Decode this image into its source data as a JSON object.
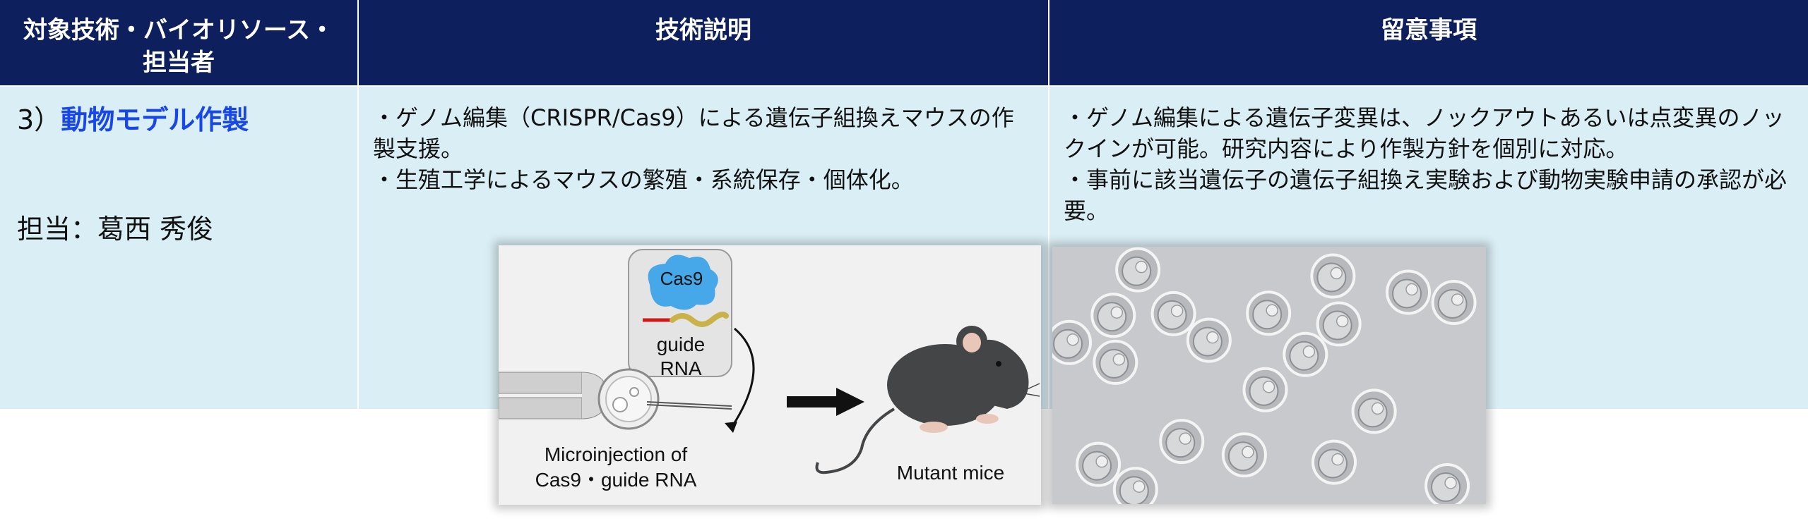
{
  "table": {
    "headers": [
      "対象技術・バイオリソース・担当者",
      "技術説明",
      "留意事項"
    ],
    "row": {
      "item_prefix": "3）",
      "item_title": "動物モデル作製",
      "charge_label": "担当：",
      "charge_name": "葛西 秀俊",
      "description": [
        "・ゲノム編集（CRISPR/Cas9）による遺伝子組換えマウスの作製支援。",
        "・生殖工学によるマウスの繁殖・系統保存・個体化。"
      ],
      "notes": [
        "・ゲノム編集による遺伝子変異は、ノックアウトあるいは点変異のノックインが可能。研究内容により作製方針を個別に対応。",
        "・事前に該当遺伝子の遺伝子組換え実験および動物実験申請の承認が必要。"
      ]
    }
  },
  "figure": {
    "cas9_label": "Cas9",
    "guide_label": "guide RNA",
    "injection_line1": "Microinjection of",
    "injection_line2": "Cas9・guide RNA",
    "result_label": "Mutant mice"
  },
  "colors": {
    "header_bg": "#0d1f5c",
    "cell_bg": "#daeef5",
    "title_blue": "#1747e6",
    "cas9_blue": "#46a8e8",
    "mouse_gray": "#444547"
  }
}
